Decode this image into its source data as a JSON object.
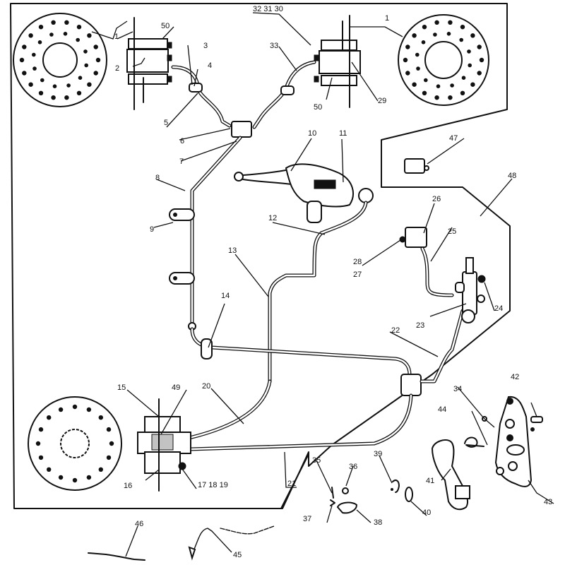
{
  "diagram": {
    "title": "Brake system exploded parts diagram",
    "line_color": "#111111",
    "background": "#ffffff",
    "callouts": {
      "c1a": "1",
      "c1b": "1",
      "c2": "2",
      "c3": "3",
      "c4": "4",
      "c5": "5",
      "c6": "6",
      "c7": "7",
      "c8": "8",
      "c9": "9",
      "c10": "10",
      "c11": "11",
      "c12": "12",
      "c13": "13",
      "c14": "14",
      "c15": "15",
      "c16": "16",
      "c17_19": "17 18 19",
      "c20": "20",
      "c21": "21",
      "c22": "22",
      "c23": "23",
      "c24": "24",
      "c25": "25",
      "c26": "26",
      "c27": "27",
      "c28": "28",
      "c29": "29",
      "c30_32": "32 31 30",
      "c33": "33",
      "c34": "34",
      "c35": "35",
      "c36": "36",
      "c37": "37",
      "c38": "38",
      "c39": "39",
      "c40": "40",
      "c41": "41",
      "c42": "42",
      "c43": "43",
      "c44": "44",
      "c45": "45",
      "c46": "46",
      "c47": "47",
      "c48": "48",
      "c49": "49",
      "c50a": "50",
      "c50b": "50"
    },
    "components": [
      {
        "id": "front-left-disc",
        "icon": "brake-disc"
      },
      {
        "id": "front-right-disc",
        "icon": "brake-disc"
      },
      {
        "id": "rear-disc",
        "icon": "brake-disc"
      },
      {
        "id": "front-left-caliper",
        "icon": "caliper"
      },
      {
        "id": "front-right-caliper",
        "icon": "caliper"
      },
      {
        "id": "rear-caliper",
        "icon": "caliper"
      },
      {
        "id": "master-cylinder-lever",
        "icon": "brake-lever"
      },
      {
        "id": "rear-master-cylinder",
        "icon": "master-cylinder"
      },
      {
        "id": "reservoir",
        "icon": "reservoir"
      },
      {
        "id": "brake-hoses",
        "icon": "hose"
      },
      {
        "id": "pedal-bracket",
        "icon": "bracket-plate"
      },
      {
        "id": "brake-pedal",
        "icon": "pedal"
      },
      {
        "id": "brake-light-switch",
        "icon": "switch"
      }
    ]
  }
}
